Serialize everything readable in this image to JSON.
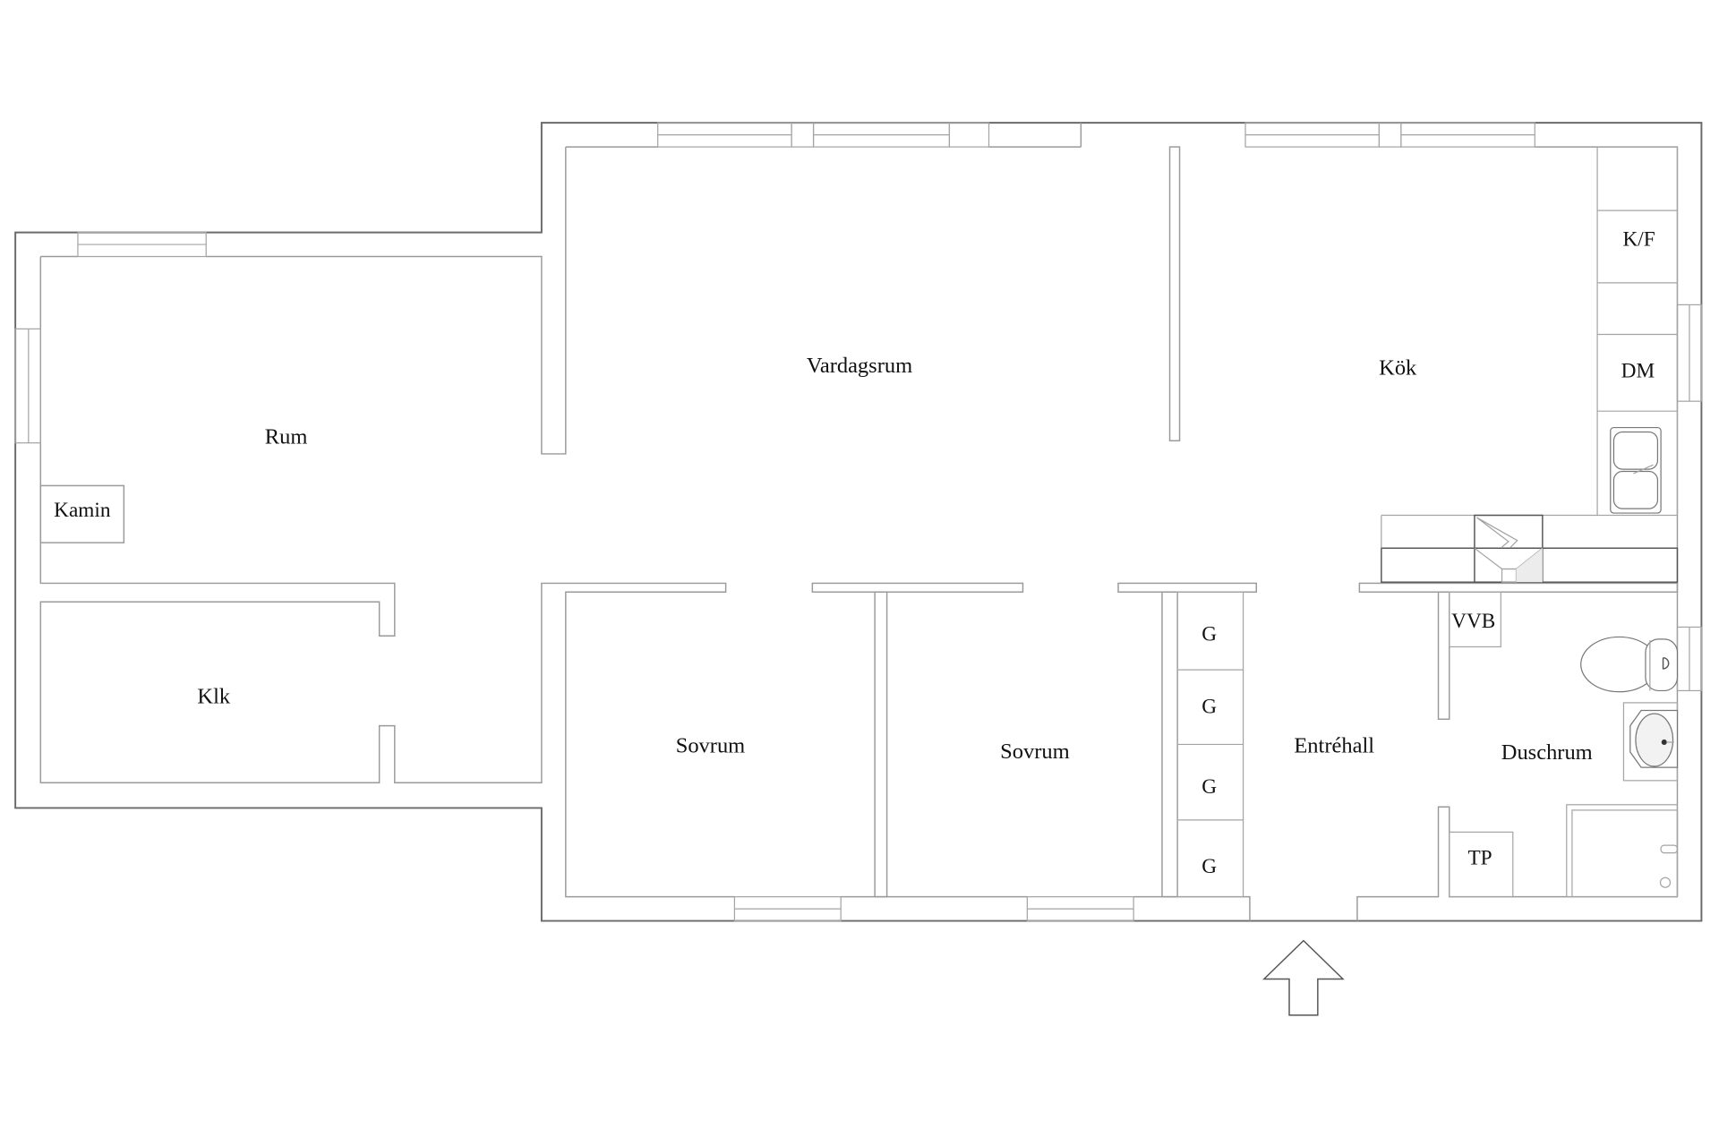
{
  "plan": {
    "type": "floor-plan",
    "colors": {
      "background": "#ffffff",
      "wall_line": "#9a9a9a",
      "outer_line": "#6a6a6a",
      "text": "#111111"
    }
  },
  "rooms": {
    "rum": "Rum",
    "kamin": "Kamin",
    "klk": "Klk",
    "vardagsrum": "Vardagsrum",
    "kok": "Kök",
    "kf": "K/F",
    "dm": "DM",
    "sovrum_1": "Sovrum",
    "sovrum_2": "Sovrum",
    "entrehall": "Entréhall",
    "vvb": "VVB",
    "duschrum": "Duschrum",
    "tp": "TP",
    "closets": [
      "G",
      "G",
      "G",
      "G"
    ]
  },
  "icons": {
    "entrance": "entrance-arrow-icon",
    "sink": "kitchen-sink-icon",
    "stove": "stove-hood-icon",
    "toilet": "toilet-icon",
    "washbasin": "washbasin-icon",
    "shower": "shower-icon"
  }
}
